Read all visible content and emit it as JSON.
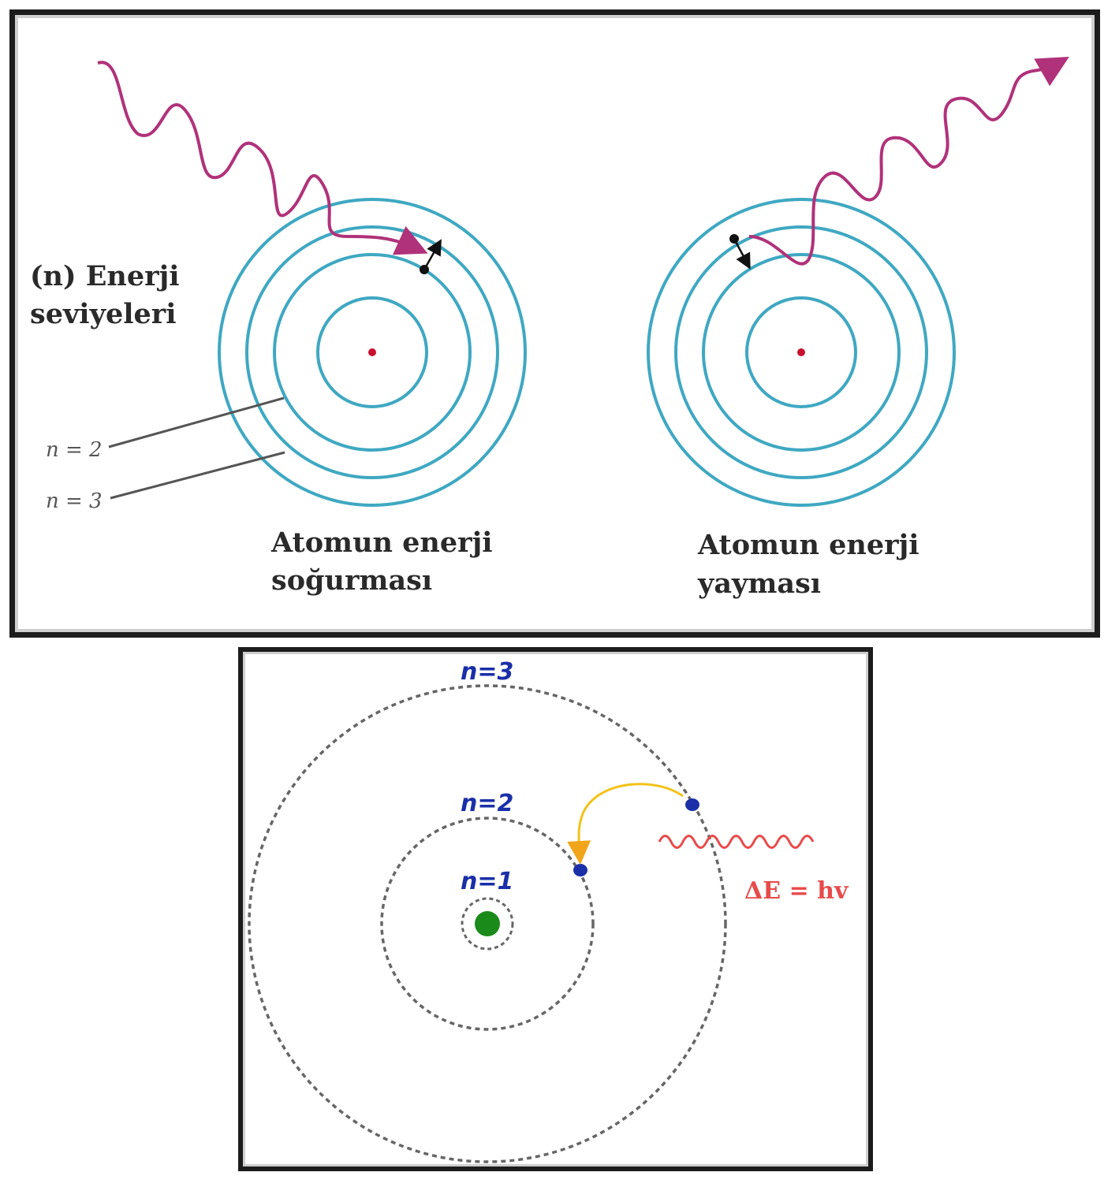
{
  "top_panel": {
    "energy_levels_label": [
      "(n) Enerji",
      "seviyeleri"
    ],
    "level_labels": [
      "n = 2",
      "n = 3"
    ],
    "absorption_caption": [
      "Atomun enerji",
      "soğurması"
    ],
    "emission_caption": [
      "Atomun enerji",
      "yayması"
    ],
    "colors": {
      "orbit": "#3fa8c2",
      "photon": "#b0327a",
      "nucleus": "#c8102e",
      "electron": "#111111"
    }
  },
  "bottom_panel": {
    "orbit_labels": [
      "n=3",
      "n=2",
      "n=1"
    ],
    "energy_equation": "ΔE = hv",
    "colors": {
      "orbit": "#666666",
      "label": "#1a2fa8",
      "nucleus": "#1a8a1a",
      "electron": "#1a2fa8",
      "transition_arrow": "#f2c21a",
      "photon": "#e84a4a"
    }
  }
}
